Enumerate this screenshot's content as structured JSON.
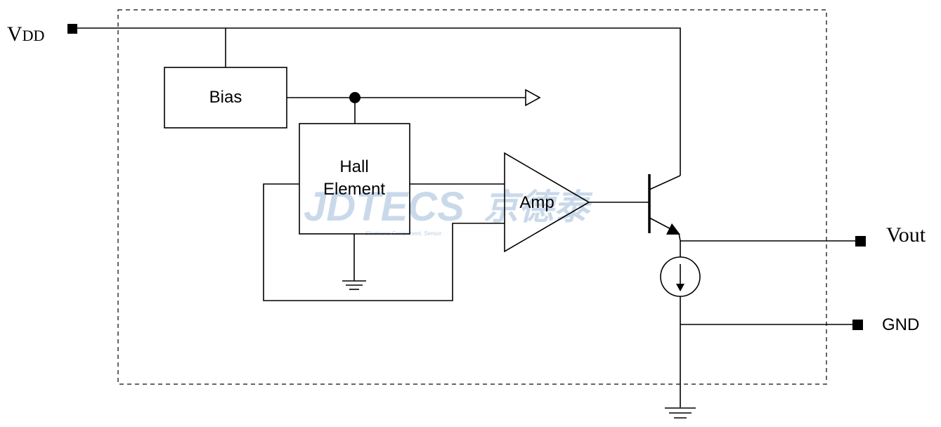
{
  "pins": {
    "vdd": {
      "main": "V",
      "sub": "DD"
    },
    "vout": "Vout",
    "gnd": "GND"
  },
  "blocks": {
    "bias": "Bias",
    "hall_line1": "Hall",
    "hall_line2": "Element",
    "amp": "Amp"
  },
  "watermark": {
    "brand": "JDTECS",
    "brand_cjk": "京德泰",
    "tagline": "Electronic Component, Sensor"
  },
  "colors": {
    "line": "#000000",
    "watermark": "#b9cde3"
  }
}
